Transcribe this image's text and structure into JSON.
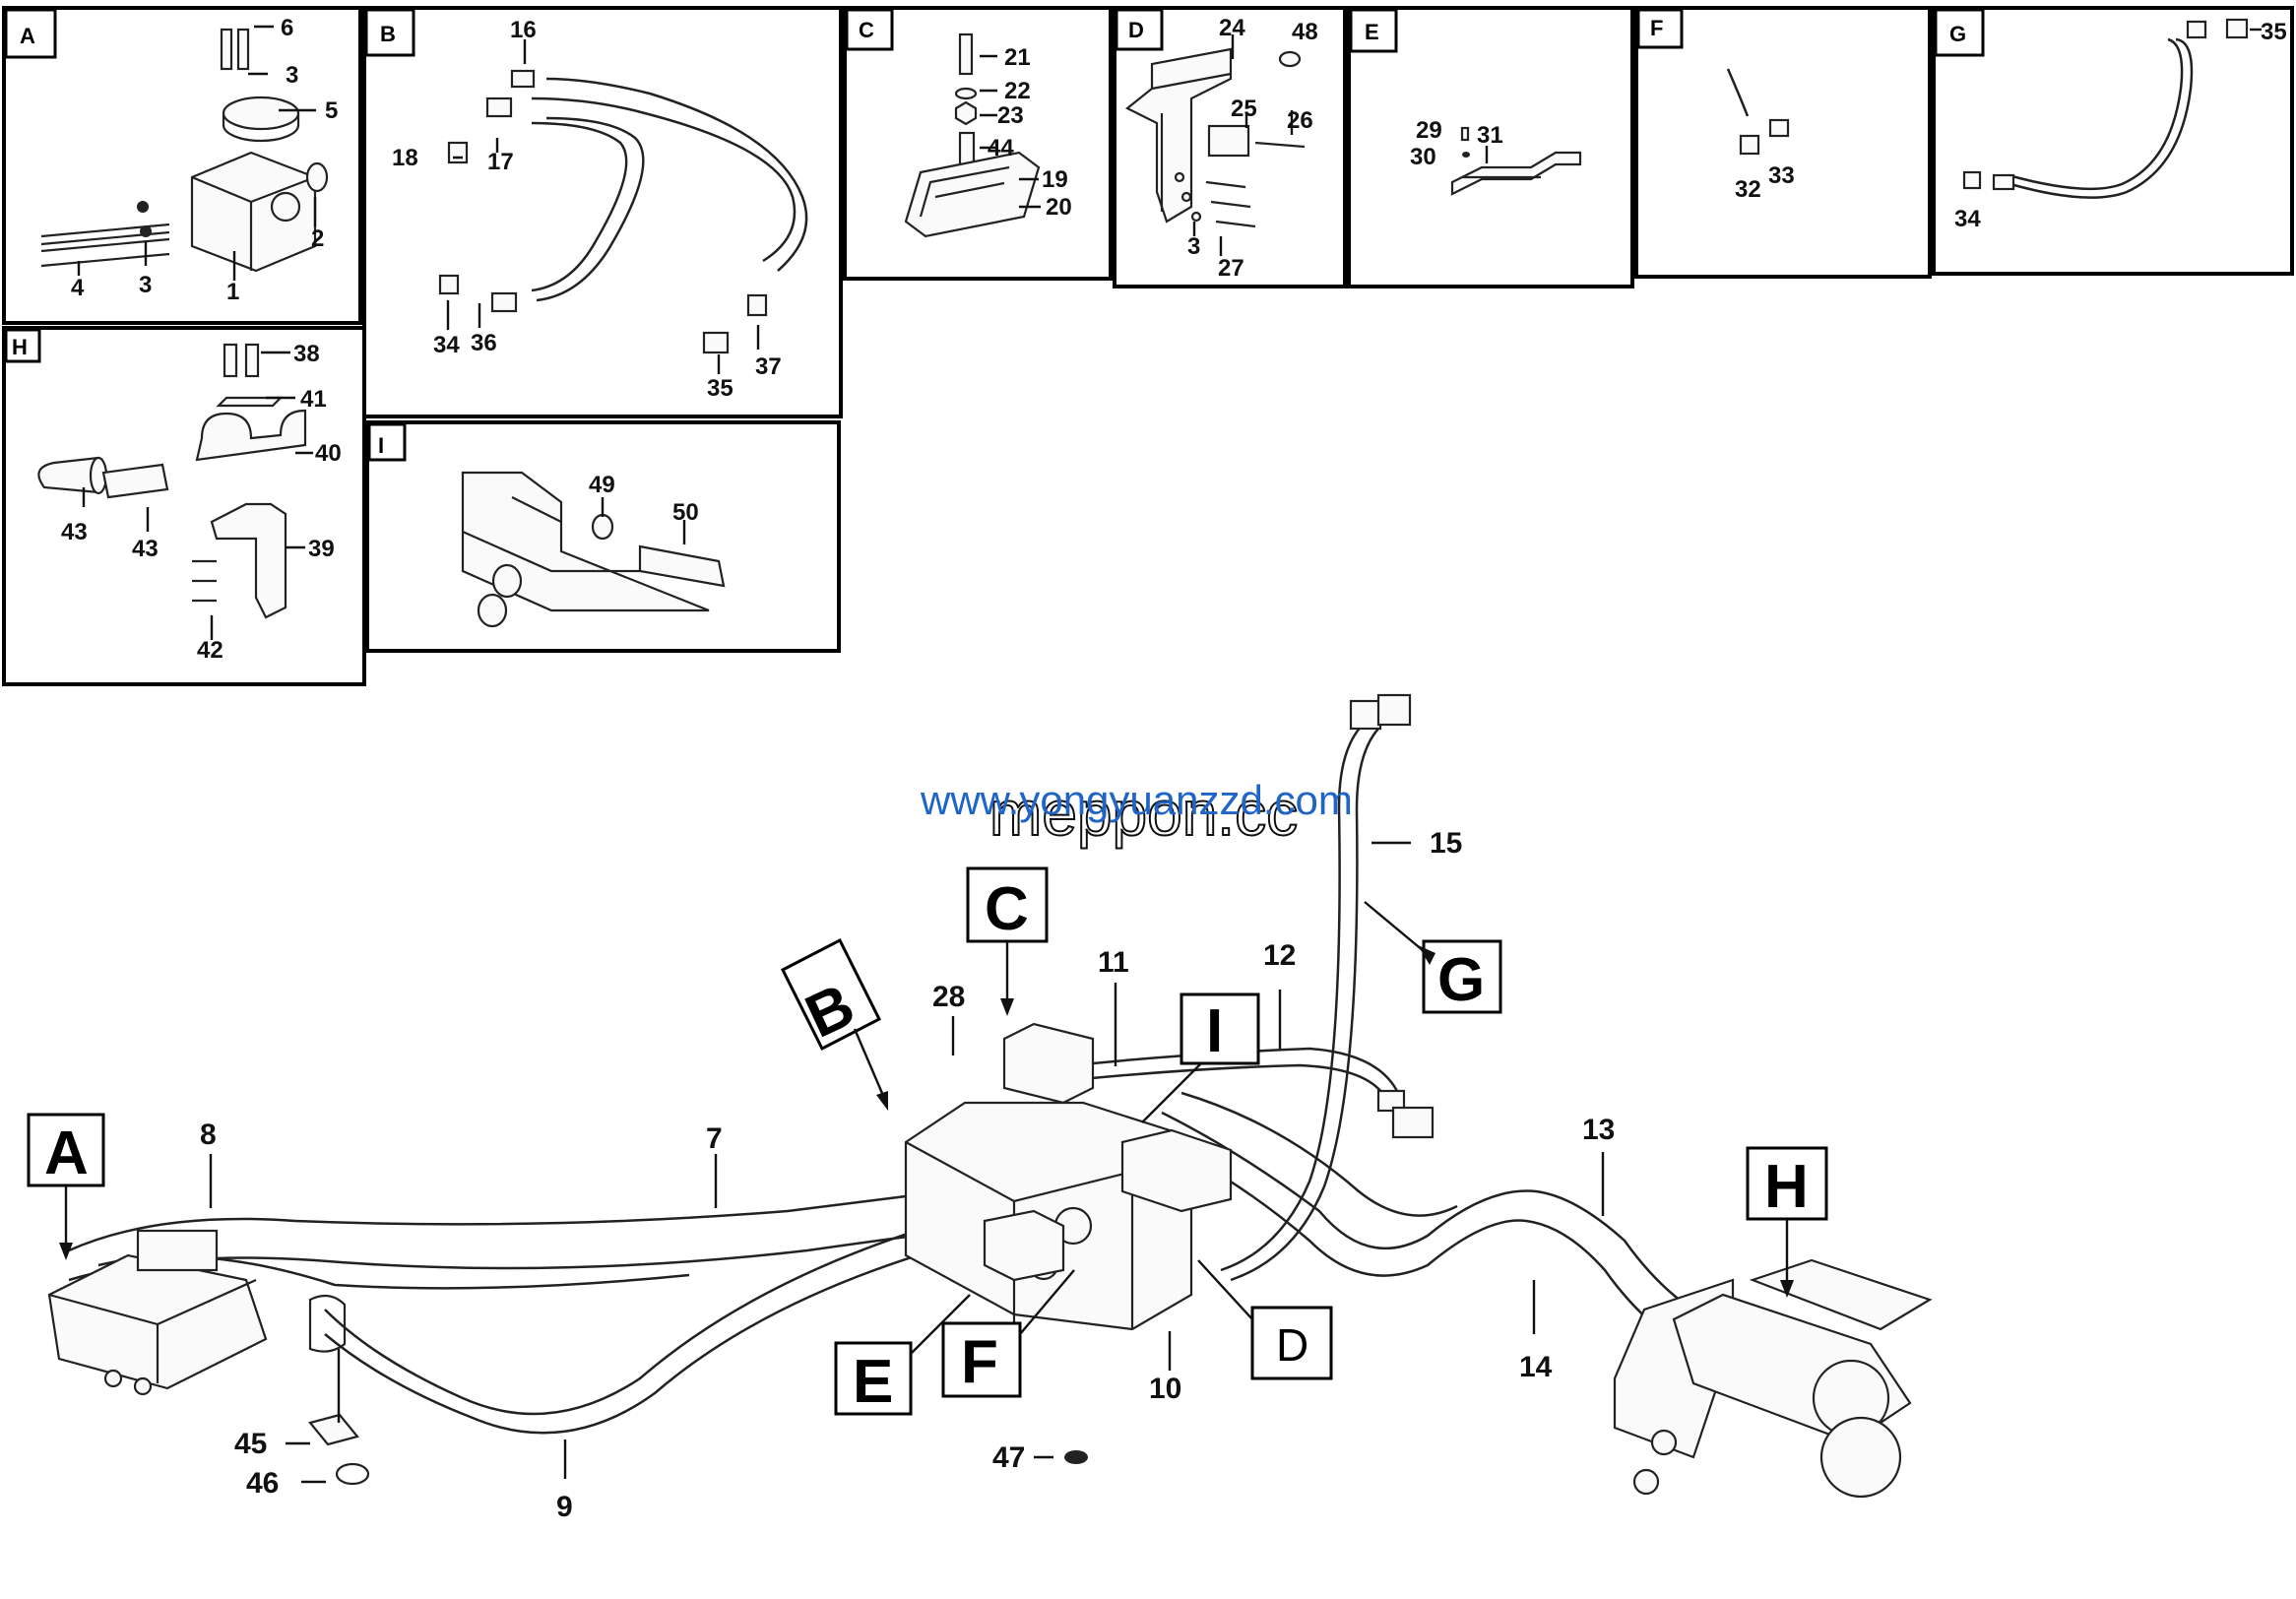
{
  "detail_panels": {
    "A": {
      "label": "A",
      "parts": [
        "6",
        "3",
        "5",
        "2",
        "4",
        "3",
        "1"
      ]
    },
    "B": {
      "label": "B",
      "parts": [
        "16",
        "18",
        "17",
        "34",
        "36",
        "37",
        "35"
      ]
    },
    "C": {
      "label": "C",
      "parts": [
        "21",
        "22",
        "23",
        "44",
        "19",
        "20"
      ]
    },
    "D": {
      "label": "D",
      "parts": [
        "24",
        "48",
        "25",
        "26",
        "3",
        "27"
      ]
    },
    "E": {
      "label": "E",
      "parts": [
        "29",
        "31",
        "30"
      ]
    },
    "F": {
      "label": "F",
      "parts": [
        "32",
        "33"
      ]
    },
    "G": {
      "label": "G",
      "parts": [
        "35",
        "34"
      ]
    },
    "H": {
      "label": "H",
      "parts": [
        "38",
        "41",
        "40",
        "43",
        "43",
        "39",
        "42"
      ]
    },
    "I": {
      "label": "I",
      "parts": [
        "49",
        "50"
      ]
    }
  },
  "main_view": {
    "callouts": [
      "A",
      "B",
      "C",
      "D",
      "E",
      "F",
      "G",
      "H",
      "I"
    ],
    "part_numbers": [
      "7",
      "8",
      "9",
      "10",
      "11",
      "12",
      "13",
      "14",
      "15",
      "28",
      "45",
      "46",
      "47"
    ]
  },
  "watermarks": {
    "url": "www.yongyuanzzd.com",
    "brand": "meppon.cc"
  }
}
